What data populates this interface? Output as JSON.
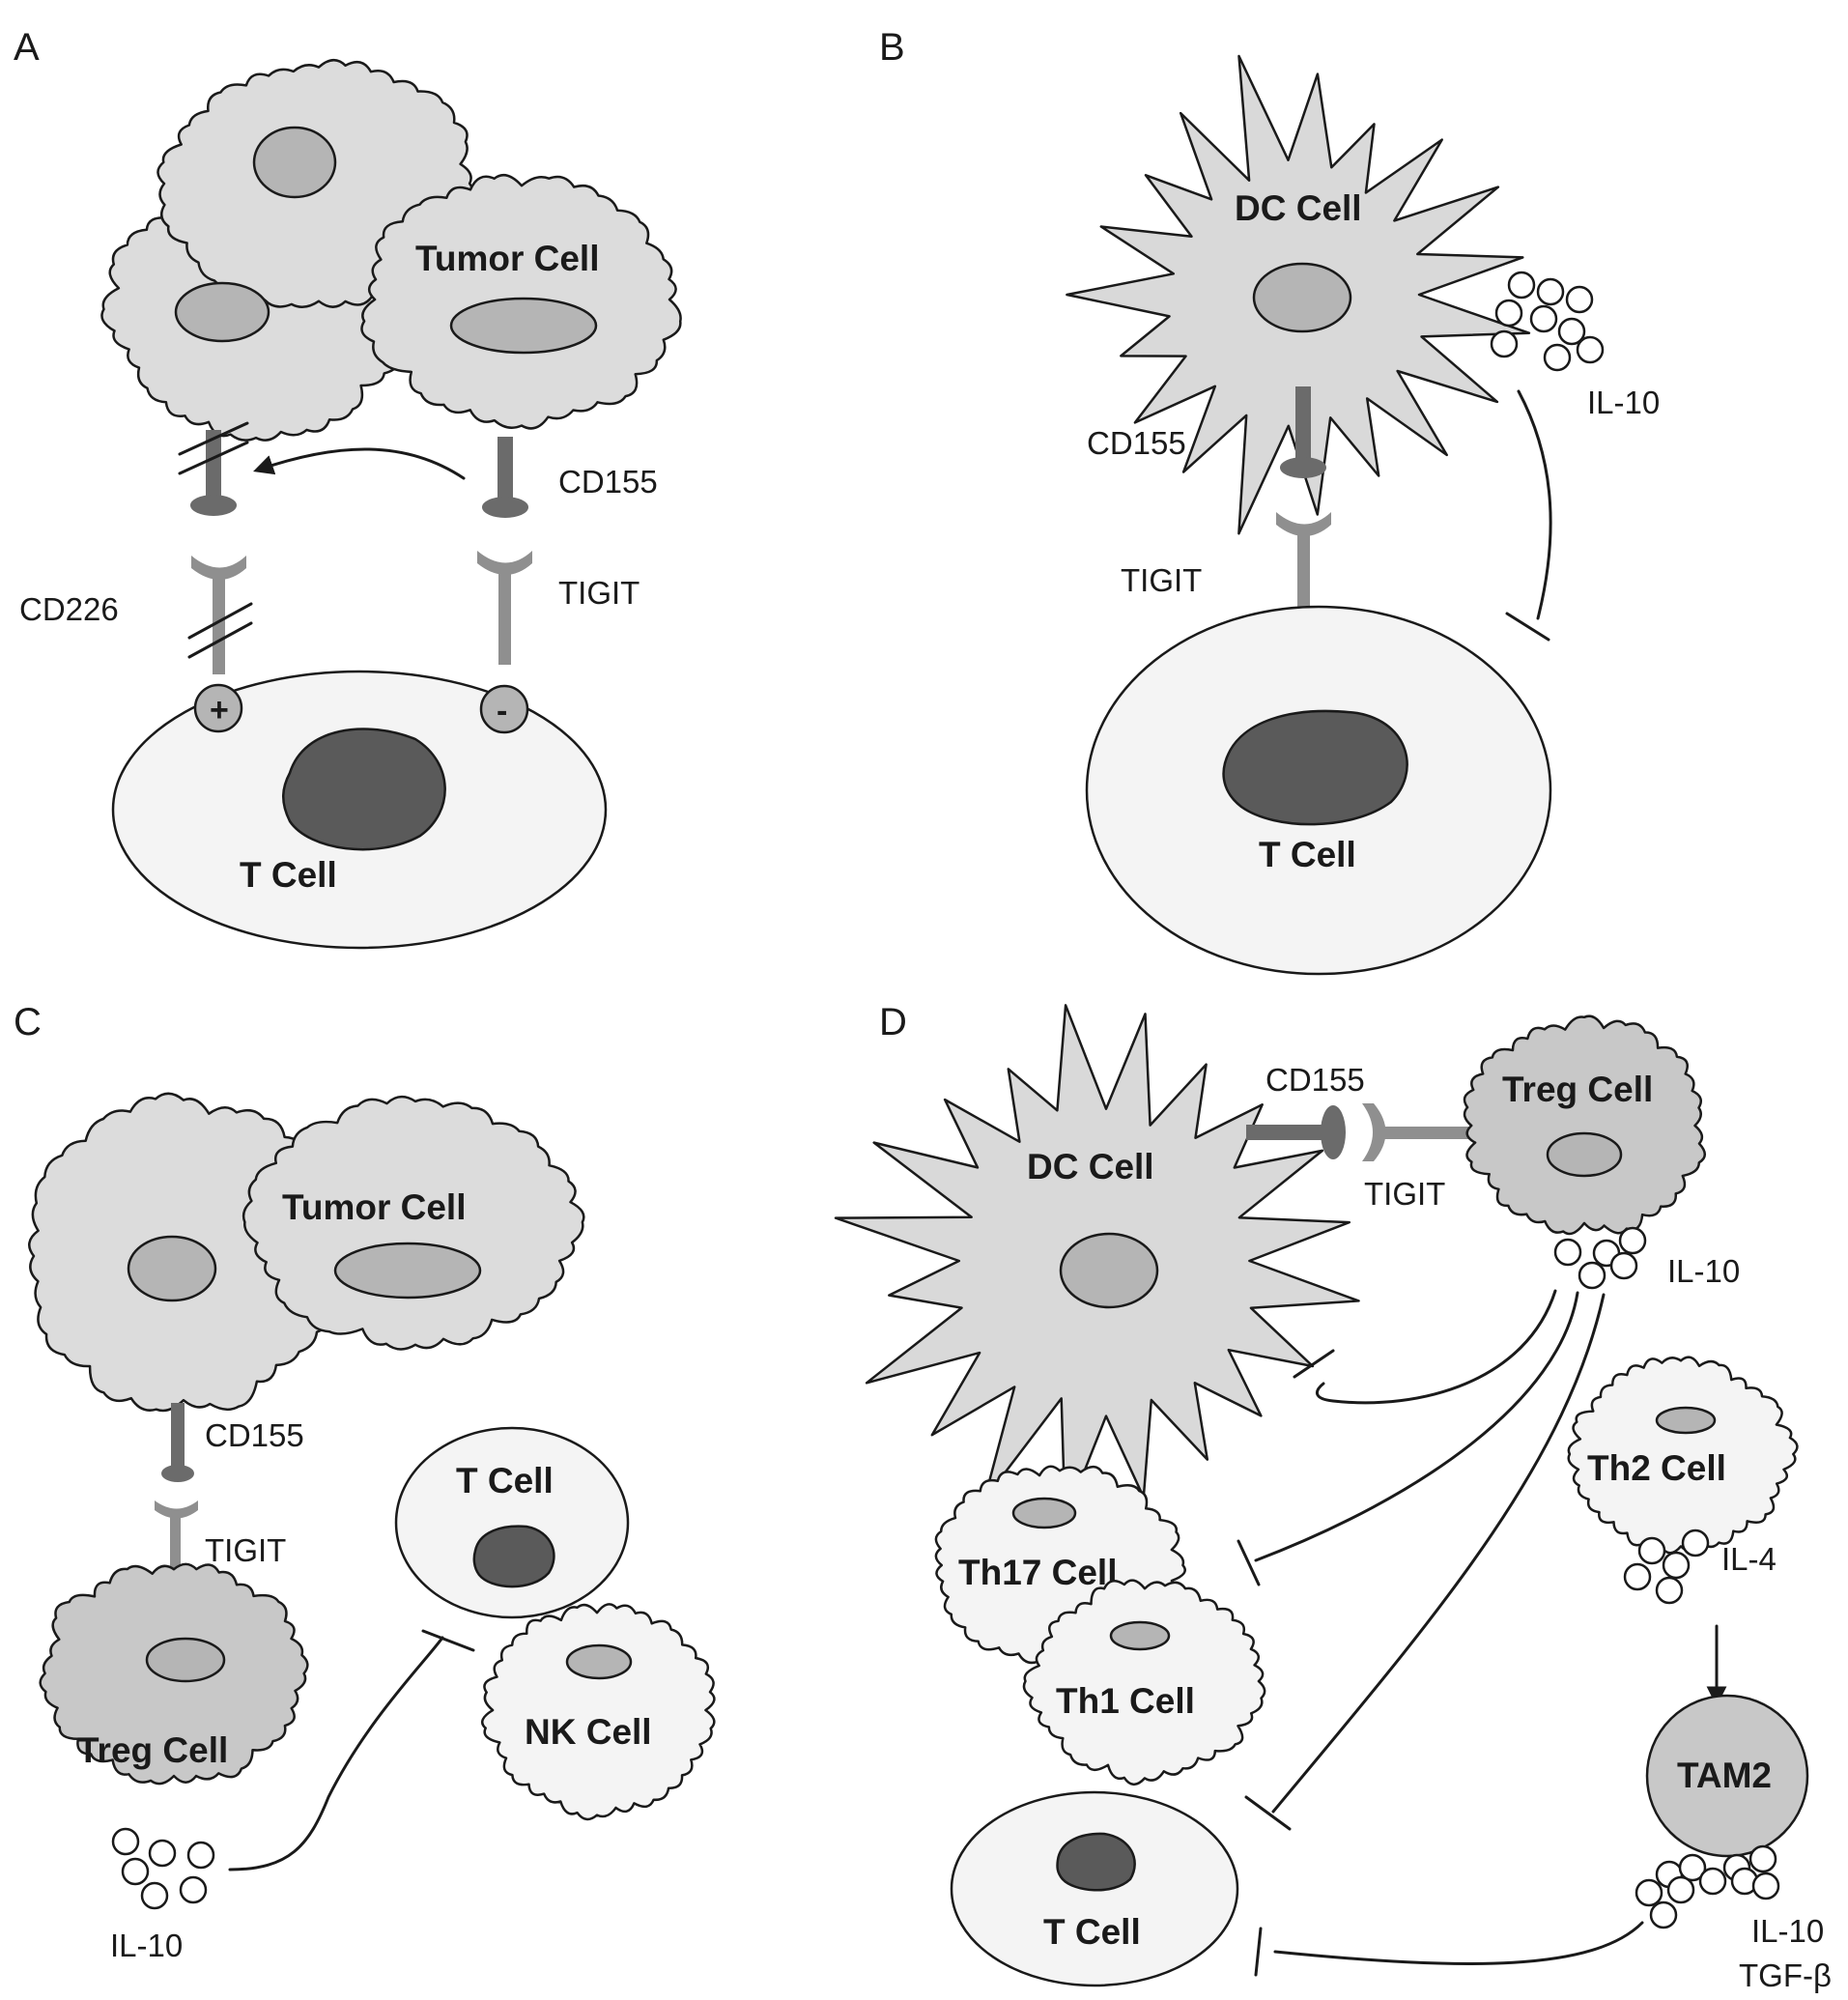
{
  "colors": {
    "tumor": "#dcdcdc",
    "dc": "#d9d9d9",
    "treg": "#c8c8c8",
    "light_cell": "#f4f4f4",
    "nucleus_mid": "#b5b5b5",
    "nucleus_dark": "#5a5a5a",
    "cd155": "#6b6b6b",
    "receptor": "#8f8f8f"
  },
  "panels": {
    "a": {
      "letter": "A",
      "tumor_cell": "Tumor Cell",
      "t_cell": "T Cell",
      "cd155": "CD155",
      "tigit": "TIGIT",
      "cd226": "CD226",
      "plus": "+",
      "minus": "-"
    },
    "b": {
      "letter": "B",
      "dc_cell": "DC Cell",
      "t_cell": "T Cell",
      "cd155": "CD155",
      "tigit": "TIGIT",
      "il10": "IL-10"
    },
    "c": {
      "letter": "C",
      "tumor_cell": "Tumor Cell",
      "t_cell": "T Cell",
      "nk_cell": "NK Cell",
      "treg_cell": "Treg Cell",
      "cd155": "CD155",
      "tigit": "TIGIT",
      "il10": "IL-10"
    },
    "d": {
      "letter": "D",
      "dc_cell": "DC Cell",
      "treg_cell": "Treg Cell",
      "cd155": "CD155",
      "tigit": "TIGIT",
      "il10_treg": "IL-10",
      "th2_cell": "Th2 Cell",
      "il4": "IL-4",
      "th17_cell": "Th17 Cell",
      "th1_cell": "Th1 Cell",
      "tam2": "TAM2",
      "il10_tam": "IL-10",
      "tgfb": "TGF-β",
      "t_cell": "T  Cell"
    }
  }
}
